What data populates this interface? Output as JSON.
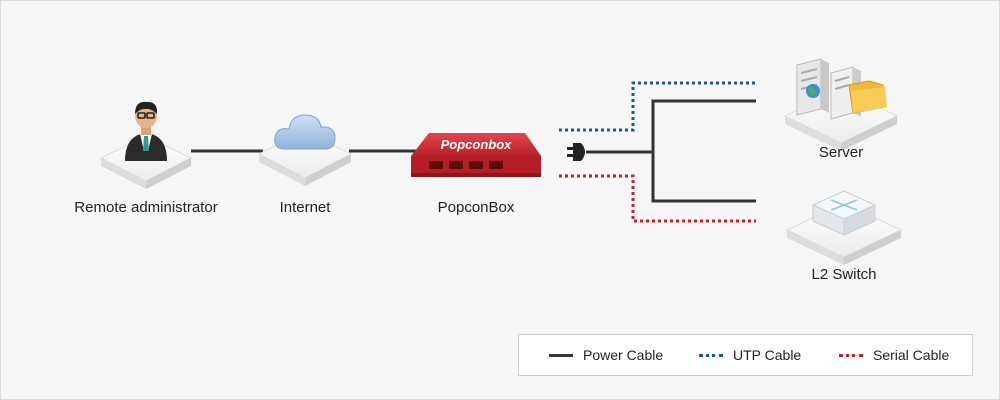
{
  "nodes": {
    "remote_admin": {
      "label": "Remote administrator",
      "icon": "admin-person-icon"
    },
    "internet": {
      "label": "Internet",
      "icon": "cloud-icon"
    },
    "popconbox": {
      "label": "PopconBox",
      "device_text": "Popconbox",
      "icon": "popconbox-device-icon"
    },
    "server": {
      "label": "Server",
      "icon": "server-icon"
    },
    "l2_switch": {
      "label": "L2 Switch",
      "icon": "switch-icon"
    }
  },
  "legend": {
    "power": {
      "label": "Power Cable",
      "color": "#333333"
    },
    "utp": {
      "label": "UTP Cable",
      "color": "#1a56a8"
    },
    "serial": {
      "label": "Serial Cable",
      "color": "#c8202a"
    }
  },
  "colors": {
    "popconbox_red": "#d8343a",
    "cloud_blue": "#a9c6e6",
    "platform": "#ffffff"
  }
}
